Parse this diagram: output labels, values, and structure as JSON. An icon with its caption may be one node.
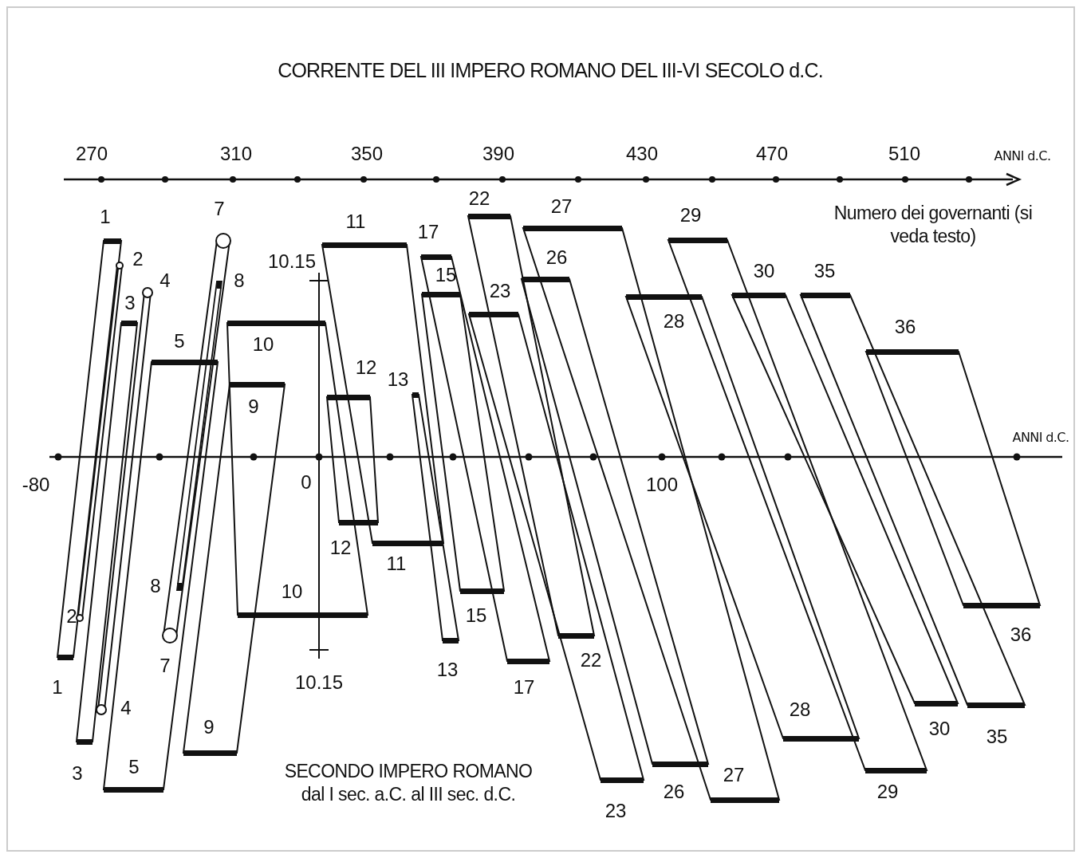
{
  "diagram": {
    "title": "CORRENTE DEL III IMPERO ROMANO DEL III-VI SECOLO d.C.",
    "labels": [
      "270",
      "310",
      "350",
      "390",
      "430",
      "470",
      "510",
      "ANNI d.C.",
      "Numero dei governanti (si veda testo)",
      "10.15",
      "ANNI d.C.",
      "-80",
      "0",
      "100",
      "10.15",
      "SECONDO IMPERO ROMANO dal I sec. a.C. al III sec. d.C.",
      "1",
      "1",
      "2",
      "2",
      "3",
      "3",
      "4",
      "4",
      "5",
      "5",
      "7",
      "7",
      "8",
      "8",
      "9",
      "9",
      "10",
      "10",
      "11",
      "11",
      "12",
      "12",
      "13",
      "13",
      "15",
      "15",
      "17",
      "17",
      "22",
      "22",
      "23",
      "23",
      "26",
      "26",
      "27",
      "27",
      "28",
      "28",
      "29",
      "29",
      "30",
      "30",
      "35",
      "35",
      "36",
      "36"
    ]
  }
}
